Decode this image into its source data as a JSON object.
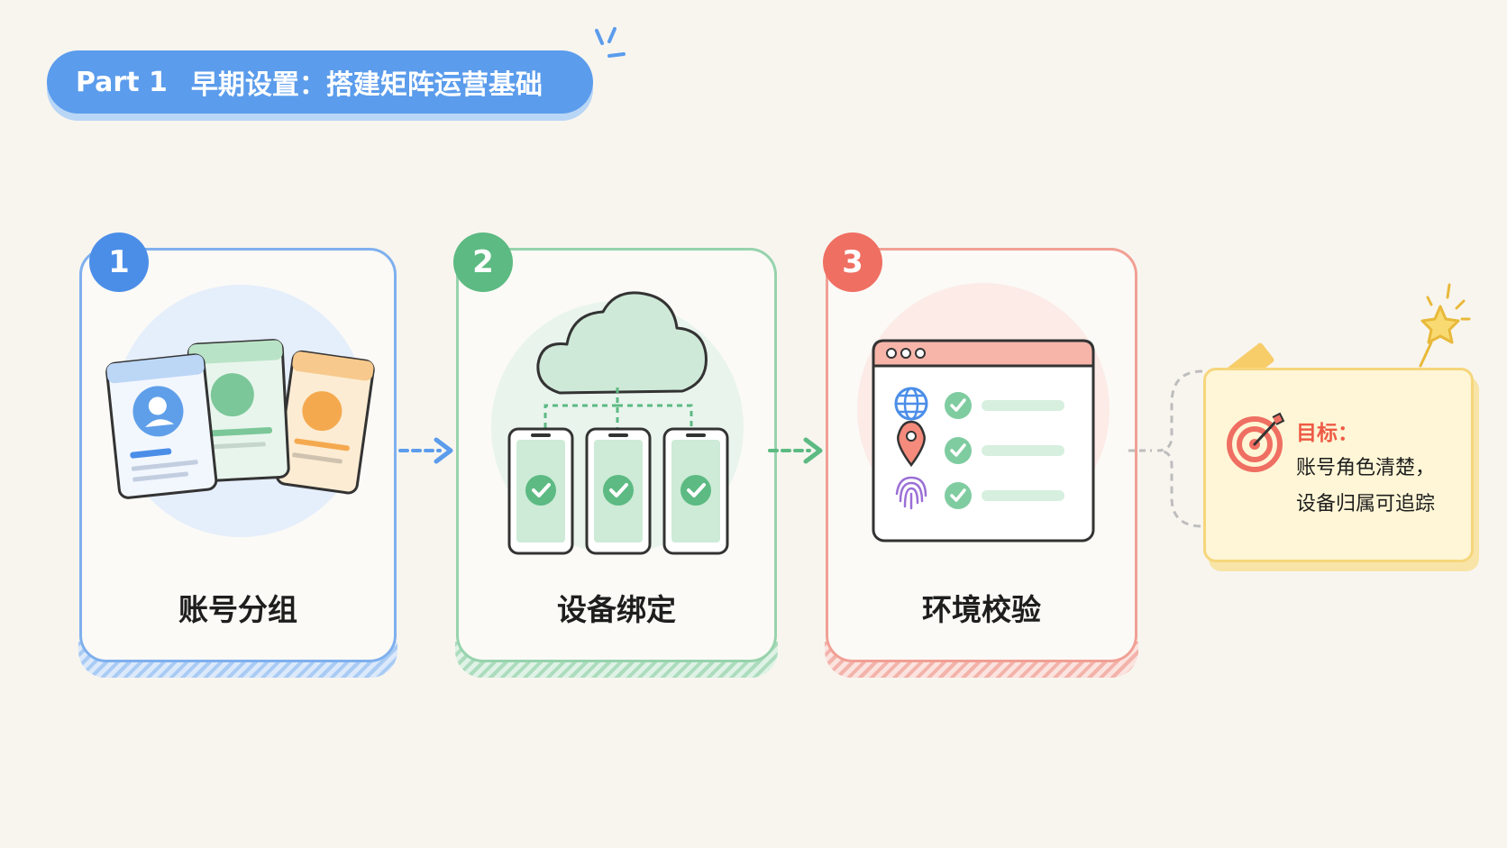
{
  "title": {
    "part": "Part 1",
    "text": "早期设置：搭建矩阵运营基础"
  },
  "steps": [
    {
      "number": "1",
      "label": "账号分组",
      "color": "#4b8ee8",
      "icon": "id-cards-icon"
    },
    {
      "number": "2",
      "label": "设备绑定",
      "color": "#5cba82",
      "icon": "cloud-devices-icon"
    },
    {
      "number": "3",
      "label": "环境校验",
      "color": "#ef6f62",
      "icon": "browser-checklist-icon"
    }
  ],
  "goal": {
    "heading": "目标：",
    "line1": "账号角色清楚，",
    "line2": "设备归属可追踪",
    "icon": "target-icon"
  },
  "colors": {
    "background": "#f8f5ef",
    "title_pill": "#5b9cec",
    "goal_note": "#fef6d6"
  }
}
